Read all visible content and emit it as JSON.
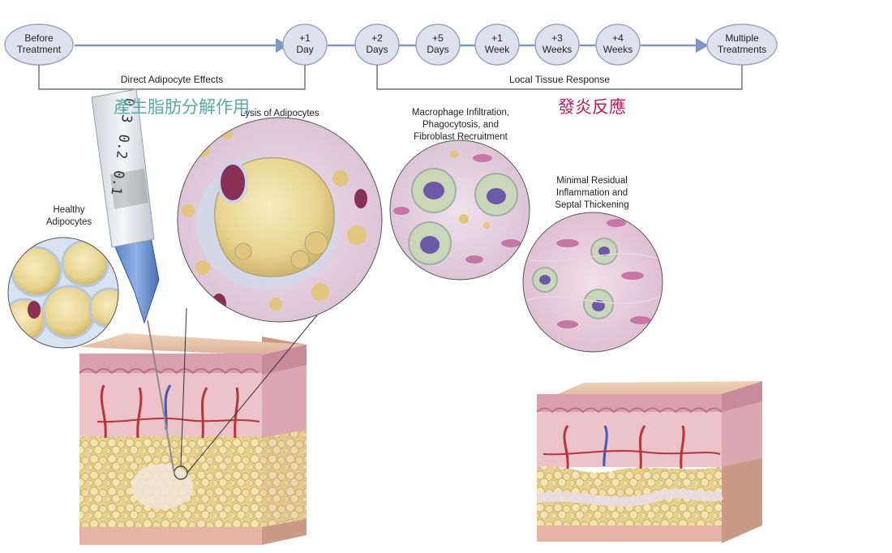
{
  "timeline": {
    "nodes": [
      {
        "line1": "Before",
        "line2": "Treatment"
      },
      {
        "line1": "+1",
        "line2": "Day"
      },
      {
        "line1": "+2",
        "line2": "Days"
      },
      {
        "line1": "+5",
        "line2": "Days"
      },
      {
        "line1": "+1",
        "line2": "Week"
      },
      {
        "line1": "+3",
        "line2": "Weeks"
      },
      {
        "line1": "+4",
        "line2": "Weeks"
      },
      {
        "line1": "Multiple",
        "line2": "Treatments"
      }
    ],
    "brackets": [
      {
        "label": "Direct Adipocyte Effects"
      },
      {
        "label": "Local Tissue Response"
      }
    ]
  },
  "annotations": {
    "lipolysis_cjk": "產生脂肪分解作用",
    "inflammation_cjk": "發炎反應"
  },
  "captions": {
    "healthy": [
      "Healthy",
      "Adipocytes"
    ],
    "lysis": [
      "Lysis of Adipocytes"
    ],
    "macrophage": [
      "Macrophage Infiltration,",
      "Phagocytosis, and",
      "Fibroblast Recruitment"
    ],
    "residual": [
      "Minimal Residual",
      "Inflammation and",
      "Septal Thickening"
    ]
  },
  "syringe": {
    "marks": [
      "0.3",
      "0.2",
      "0.1"
    ]
  },
  "colors": {
    "node_fill": "#dde3ee",
    "node_stroke": "#9aa6bd",
    "arrow": "#7d98c4",
    "cjk_teal": "#5aa9a8",
    "cjk_red": "#c2185b",
    "fat": "#e9d79a",
    "dermis": "#e9b7be",
    "epidermis": "#d9a0b0"
  }
}
